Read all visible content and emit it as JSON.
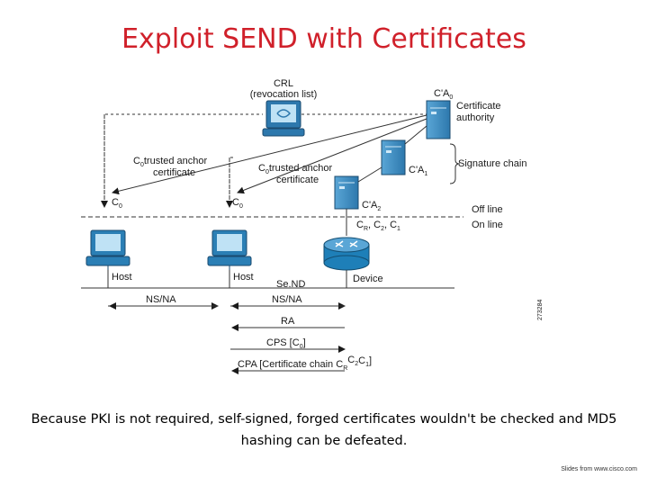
{
  "title": "Exploit SEND with Certificates",
  "diagram": {
    "crl_title": "CRL",
    "crl_sub": "(revocation list)",
    "ca0_label_main": "C'A",
    "ca0_label_sub": "0",
    "ca_desc_line1": "Certificate",
    "ca_desc_line2": "authority",
    "sig_chain": "Signature chain",
    "ca1_label_main": "C'A",
    "ca1_label_sub": "1",
    "ca2_label_main": "C'A",
    "ca2_label_sub": "2",
    "device_chain": "C",
    "device_chain_subs": [
      "R",
      "2",
      "1"
    ],
    "ta_left_line1": "C",
    "ta_left_sub": "0",
    "ta_left_rest": "trusted anchor",
    "ta_left_line2": "certificate",
    "ta_right_line1": "C",
    "ta_right_sub": "0",
    "ta_right_rest": "trusted anchor",
    "ta_right_line2": "certificate",
    "c0_left_main": "C",
    "c0_left_sub": "0",
    "c0_right_main": "C",
    "c0_right_sub": "0",
    "off_line": "Off line",
    "on_line": "On line",
    "host_left": "Host",
    "host_right": "Host",
    "send_label": "Se.ND",
    "device_label": "Device",
    "msg_nsna_left": "NS/NA",
    "msg_nsna_right": "NS/NA",
    "msg_ra": "RA",
    "msg_cps": "CPS [C",
    "msg_cps_sub": "0",
    "msg_cps_end": "]",
    "msg_cpa": "CPA [Certificate chain C",
    "msg_cpa_subs": [
      "R",
      "2",
      "1"
    ],
    "msg_cpa_c2": "C",
    "msg_cpa_c1": "C",
    "msg_cpa_end": "]",
    "figure_id": "273284"
  },
  "caption": "Because PKI is not required, self-signed, forged certificates wouldn't be checked and MD5 hashing can be defeated.",
  "credit": "Slides from www.cisco.com",
  "colors": {
    "title": "#d0202a",
    "device": "#1e7fb8",
    "host": "#2b7fb5",
    "server": "#3b8fc4"
  }
}
